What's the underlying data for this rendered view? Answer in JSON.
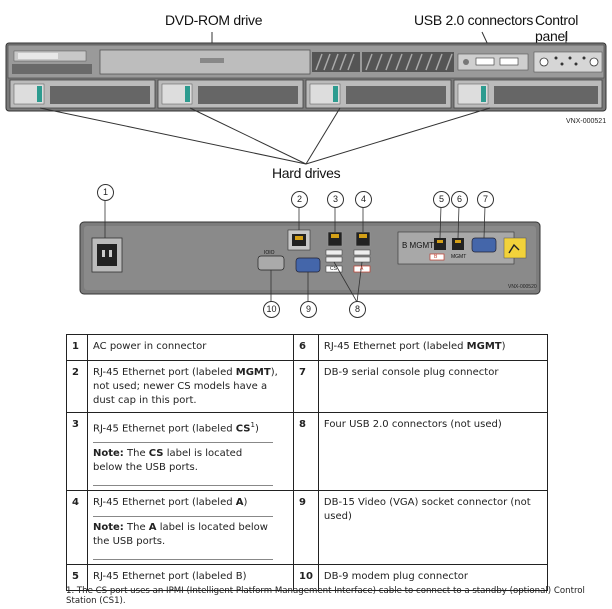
{
  "labels": {
    "dvd_rom": "DVD-ROM drive",
    "usb_connectors": "USB 2.0 connectors",
    "control_panel": "Control panel",
    "hard_drives": "Hard drives",
    "front_id": "VNX-000521",
    "rear_id": "VNX-000520"
  },
  "rear_panel": {
    "mgmt_port_label": "B MGMT",
    "ioio_label": "IOIO",
    "mgmt_small": "MGMT",
    "cs_tag": "CS",
    "a_tag": "A",
    "b_tag": "B",
    "callouts": [
      "1",
      "2",
      "3",
      "4",
      "5",
      "6",
      "7",
      "8",
      "9",
      "10"
    ]
  },
  "table": {
    "rows": [
      {
        "n1": "1",
        "d1": "AC power in connector",
        "n2": "6",
        "d2_pre": "RJ-45 Ethernet port (labeled ",
        "d2_bold": "MGMT",
        "d2_post": ")"
      },
      {
        "n1": "2",
        "d1_pre": "RJ-45 Ethernet port (labeled ",
        "d1_bold": "MGMT",
        "d1_post": "), not used; newer CS models have a dust cap in this port.",
        "n2": "7",
        "d2": "DB-9 serial console plug connector"
      },
      {
        "n1": "3",
        "d1_pre": "RJ-45 Ethernet port (labeled ",
        "d1_bold": "CS",
        "d1_sup": "1",
        "d1_post": ")",
        "note_label": "Note:",
        "note_pre": " The ",
        "note_bold": "CS",
        "note_post": " label is located below the USB ports.",
        "n2": "8",
        "d2": "Four USB 2.0 connectors (not used)"
      },
      {
        "n1": "4",
        "d1_pre": "RJ-45 Ethernet port (labeled ",
        "d1_bold": "A",
        "d1_post": ")",
        "note_label": "Note:",
        "note_pre": " The ",
        "note_bold": "A",
        "note_post": " label is located below the USB ports.",
        "n2": "9",
        "d2": "DB-15 Video (VGA) socket connector (not used)"
      },
      {
        "n1": "5",
        "d1": "RJ-45 Ethernet port (labeled B)",
        "n2": "10",
        "d2": "DB-9 modem plug connector"
      }
    ]
  },
  "footnote": "1.  The CS port uses an IPMI (Intelligent Platform Management Interface) cable to connect to a standby (optional) Control Station (CS1)."
}
